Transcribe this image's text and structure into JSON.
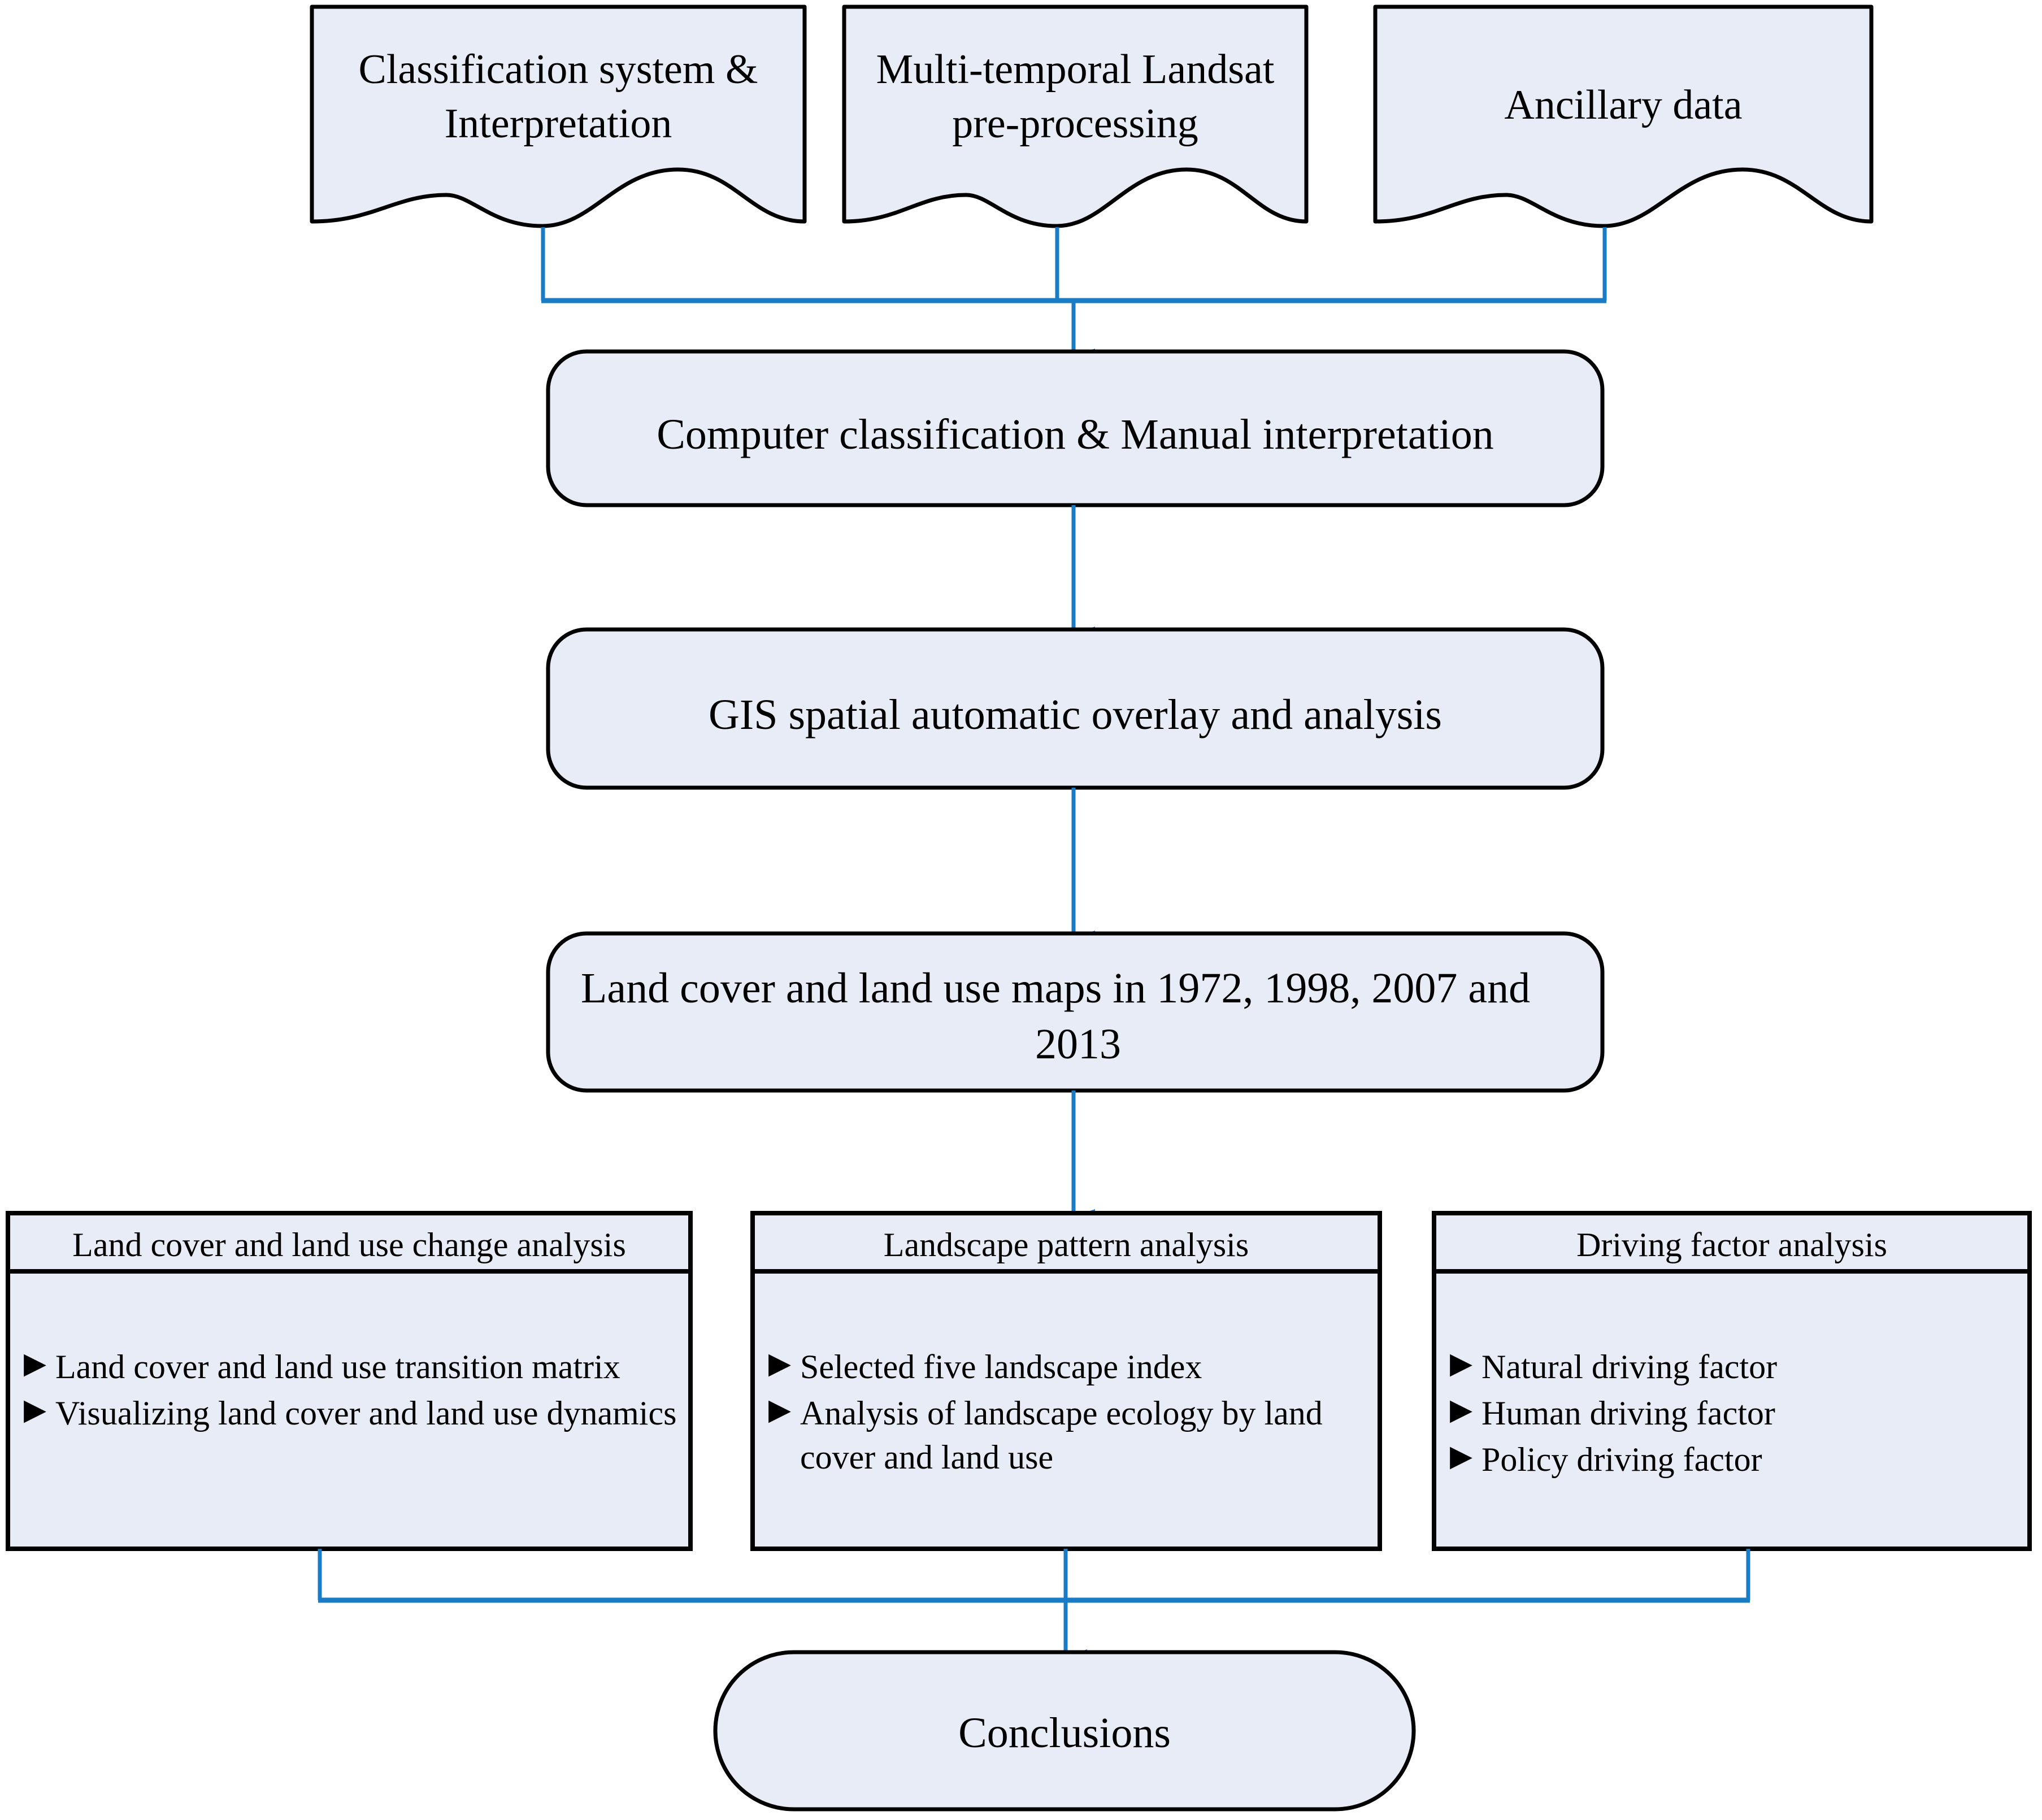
{
  "diagram": {
    "title": "Research methodology flowchart",
    "colors": {
      "node_fill": "#e7ecf7",
      "node_stroke": "#000000",
      "connector": "#1a7cc4",
      "text": "#000000",
      "background": "#ffffff"
    }
  },
  "inputs": [
    {
      "id": "classification-system",
      "label": "Classification system &\nInterpretation",
      "line1": "Classification system &",
      "line2": "Interpretation"
    },
    {
      "id": "landsat-preprocessing",
      "label": "Multi-temporal Landsat\npre-processing",
      "line1": "Multi-temporal Landsat",
      "line2": "pre-processing"
    },
    {
      "id": "ancillary-data",
      "label": "Ancillary data",
      "line1": "Ancillary data",
      "line2": ""
    }
  ],
  "process_steps": [
    {
      "id": "computer-classification",
      "label": "Computer classification &  Manual interpretation"
    },
    {
      "id": "gis-overlay",
      "label": "GIS spatial automatic overlay and analysis"
    },
    {
      "id": "landcover-maps",
      "line1": "Land cover and land use maps in 1972, 1998, 2007 and",
      "line2": "2013"
    }
  ],
  "analysis_panels": [
    {
      "id": "change-analysis",
      "header": "Land cover and land use change analysis",
      "bullet_marker": "▶",
      "bullets": [
        "Land cover and land use transition matrix",
        "Visualizing land cover and land use dynamics"
      ]
    },
    {
      "id": "landscape-pattern",
      "header": "Landscape pattern analysis",
      "bullet_marker": "▶",
      "bullets": [
        "Selected five landscape index",
        "Analysis of landscape ecology by land cover and land use"
      ]
    },
    {
      "id": "driving-factor",
      "header": "Driving factor analysis",
      "bullet_marker": "▶",
      "bullets": [
        "Natural driving factor",
        "Human driving factor",
        "Policy driving factor"
      ]
    }
  ],
  "conclusion": {
    "id": "conclusions",
    "label": "Conclusions"
  }
}
